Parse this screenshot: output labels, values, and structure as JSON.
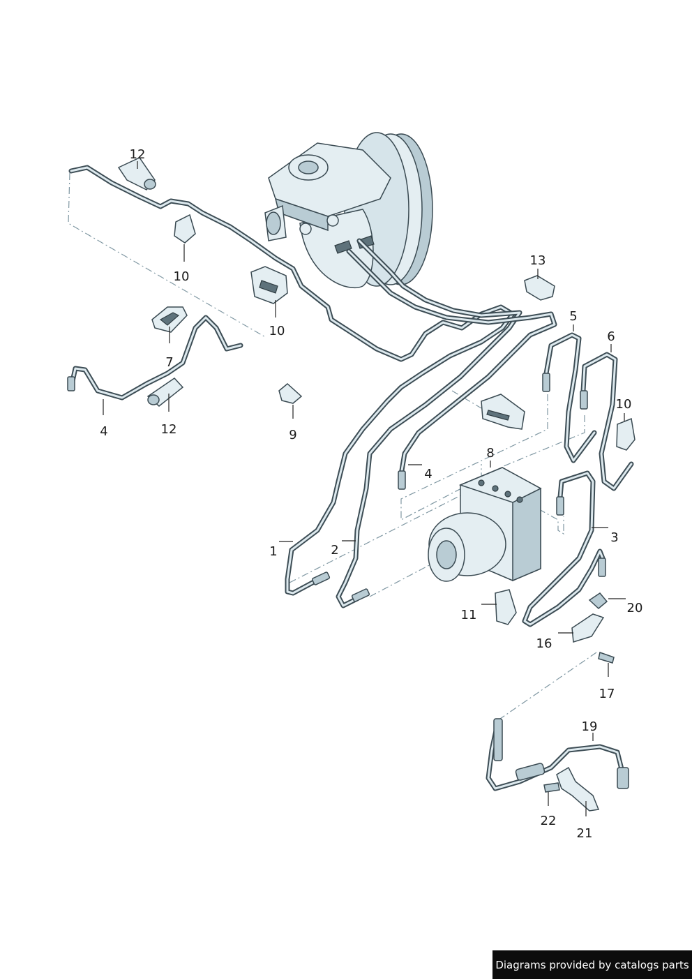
{
  "callouts": [
    {
      "id": "12-top",
      "text": "12"
    },
    {
      "id": "10-left",
      "text": "10"
    },
    {
      "id": "10-mid",
      "text": "10"
    },
    {
      "id": "7",
      "text": "7"
    },
    {
      "id": "4-left",
      "text": "4"
    },
    {
      "id": "12-bottom",
      "text": "12"
    },
    {
      "id": "9",
      "text": "9"
    },
    {
      "id": "13",
      "text": "13"
    },
    {
      "id": "5",
      "text": "5"
    },
    {
      "id": "6",
      "text": "6"
    },
    {
      "id": "10-right",
      "text": "10"
    },
    {
      "id": "8",
      "text": "8"
    },
    {
      "id": "4-right",
      "text": "4"
    },
    {
      "id": "1",
      "text": "1"
    },
    {
      "id": "2",
      "text": "2"
    },
    {
      "id": "3",
      "text": "3"
    },
    {
      "id": "20",
      "text": "20"
    },
    {
      "id": "11",
      "text": "11"
    },
    {
      "id": "16",
      "text": "16"
    },
    {
      "id": "17",
      "text": "17"
    },
    {
      "id": "19",
      "text": "19"
    },
    {
      "id": "22",
      "text": "22"
    },
    {
      "id": "21",
      "text": "21"
    }
  ],
  "footer": {
    "text": "Diagrams provided by catalogs parts"
  },
  "colors": {
    "line": "#3d4d55",
    "part_fill": "#e4eef2",
    "part_shade": "#b9ccd4",
    "dash": "#7f97a2"
  }
}
